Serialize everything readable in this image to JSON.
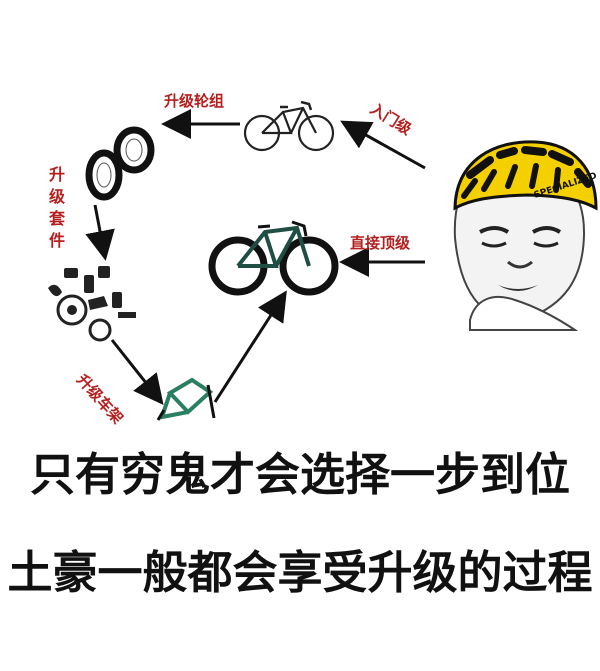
{
  "labels": {
    "entry": "入门级",
    "wheelset": "升级轮组",
    "groupset": "升级套件",
    "frame": "升级车架",
    "top": "直接顶级"
  },
  "caption": {
    "line1": "只有穷鬼才会选择一步到位",
    "line2": "土豪一般都会享受升级的过程"
  },
  "helmet_text": "SPECIALIZED"
}
